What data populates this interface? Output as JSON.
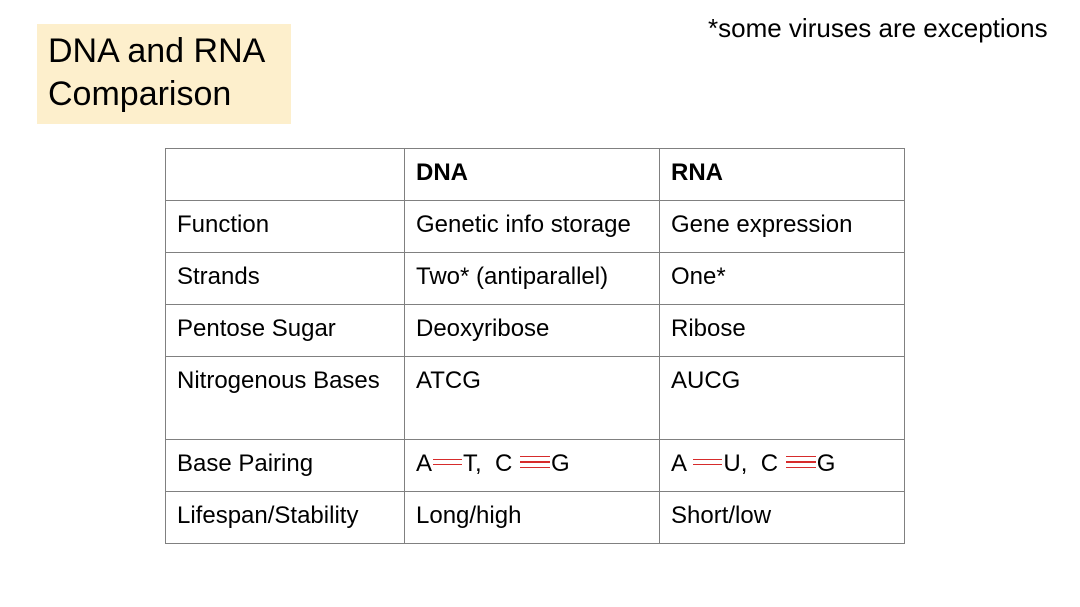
{
  "slide": {
    "title_line1": "DNA and RNA",
    "title_line2": "Comparison",
    "title_bg": "#fdefcc",
    "note": "*some viruses are exceptions"
  },
  "table": {
    "headers": [
      "",
      "DNA",
      "RNA"
    ],
    "rows": [
      [
        "Function",
        "Genetic info storage",
        "Gene expression"
      ],
      [
        "Strands",
        "Two* (antiparallel)",
        "One*"
      ],
      [
        "Pentose Sugar",
        "Deoxyribose",
        "Ribose"
      ],
      [
        "Nitrogenous Bases",
        "ATCG",
        "AUCG"
      ],
      [
        "Base Pairing",
        "",
        ""
      ],
      [
        "Lifespan/Stability",
        "Long/high",
        "Short/low"
      ]
    ],
    "base_pairing": {
      "dna": {
        "a": "A",
        "b": "T,",
        "c": "C",
        "d": "G"
      },
      "rna": {
        "a": "A",
        "b": "U,",
        "c": "C",
        "d": "G"
      },
      "bond_color": "#d62c2c"
    },
    "border_color": "#808080"
  }
}
